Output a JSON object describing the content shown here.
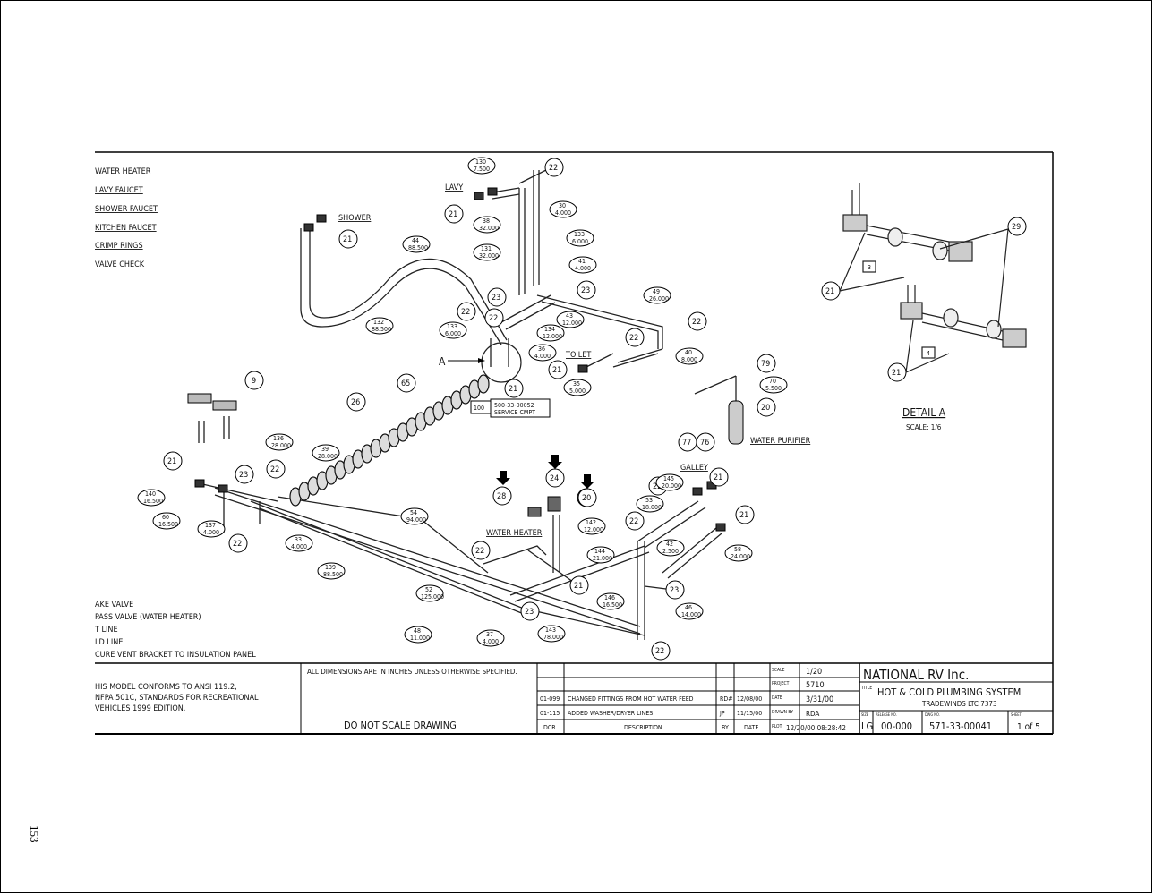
{
  "page_number": "153",
  "legend_top": [
    "WATER HEATER",
    "LAVY FAUCET",
    "SHOWER FAUCET",
    "KITCHEN FAUCET",
    "CRIMP RINGS",
    "VALVE CHECK"
  ],
  "legend_bottom": [
    "AKE VALVE",
    "PASS VALVE (WATER HEATER)",
    "T LINE",
    "LD LINE",
    "CURE VENT BRACKET TO INSULATION PANEL"
  ],
  "conformance_note": [
    "HIS MODEL CONFORMS TO ANSI 119.2,",
    "NFPA 501C, STANDARDS FOR RECREATIONAL",
    "VEHICLES 1999 EDITION."
  ],
  "dimension_note": "ALL DIMENSIONS ARE IN INCHES UNLESS OTHERWISE SPECIFIED.",
  "do_not_scale": "DO NOT SCALE DRAWING",
  "fixture_labels": {
    "lavy": "LAVY",
    "shower": "SHOWER",
    "toilet": "TOILET",
    "water_purifier": "WATER PURIFIER",
    "galley": "GALLEY",
    "water_heater": "WATER HEATER",
    "service_part": "500-33-00052",
    "service_compt": "SERVICE CMPT",
    "detail_a_callout": "A"
  },
  "detail": {
    "title": "DETAIL A",
    "scale": "SCALE: 1/6",
    "box_3": "3",
    "box_4": "4"
  },
  "revisions": [
    {
      "dcr": "01-099",
      "description": "CHANGED FITTINGS FROM HOT WATER FEED",
      "by": "RD#",
      "date": "12/08/00"
    },
    {
      "dcr": "01-115",
      "description": "ADDED WASHER/DRYER LINES",
      "by": "JP",
      "date": "11/15/00"
    }
  ],
  "revision_headers": {
    "dcr": "DCR",
    "description": "DESCRIPTION",
    "by": "BY",
    "date": "DATE"
  },
  "meta": {
    "scale_label": "SCALE",
    "scale": "1/20",
    "project_label": "PROJECT",
    "project": "5710",
    "date_label": "DATE",
    "date": "3/31/00",
    "drawn_label": "DRAWN BY",
    "drawn": "RDA",
    "plot_label": "PLOT",
    "plot": "12/20/00 08:28:42"
  },
  "title_block": {
    "company": "NATIONAL RV Inc.",
    "title_label": "TITLE",
    "title": "HOT & COLD PLUMBING SYSTEM",
    "subtitle": "TRADEWINDS LTC 7373",
    "size_label": "SIZE",
    "size": "LG",
    "release_label": "RELEASE NO.",
    "release": "00-000",
    "dwg_label": "DWG NO.",
    "dwg": "571-33-00041",
    "sheet_label": "SHEET",
    "sheet": "1 of 5"
  },
  "balloons": [
    "22",
    "21",
    "21",
    "22",
    "21",
    "23",
    "22",
    "23",
    "22",
    "21",
    "20",
    "22",
    "22",
    "29",
    "21",
    "21",
    "79",
    "20",
    "9",
    "21",
    "65",
    "26",
    "22",
    "23",
    "21",
    "22",
    "24",
    "20",
    "28",
    "21",
    "22",
    "23",
    "21",
    "22",
    "23",
    "22",
    "77",
    "76"
  ],
  "length_tags": [
    {
      "num": "130",
      "len": "7.500"
    },
    {
      "num": "30",
      "len": "4.000"
    },
    {
      "num": "38",
      "len": "32.000"
    },
    {
      "num": "131",
      "len": "32.000"
    },
    {
      "num": "133",
      "len": "6.000"
    },
    {
      "num": "41",
      "len": "4.000"
    },
    {
      "num": "44",
      "len": "88.500"
    },
    {
      "num": "49",
      "len": "26.000"
    },
    {
      "num": "132",
      "len": "88.500"
    },
    {
      "num": "133",
      "len": "6.000"
    },
    {
      "num": "43",
      "len": "12.000"
    },
    {
      "num": "134",
      "len": "12.000"
    },
    {
      "num": "36",
      "len": "4.000"
    },
    {
      "num": "40",
      "len": "8.000"
    },
    {
      "num": "35",
      "len": "5.000"
    },
    {
      "num": "70",
      "len": "5.500"
    },
    {
      "num": "136",
      "len": "28.000"
    },
    {
      "num": "39",
      "len": "28.000"
    },
    {
      "num": "140",
      "len": "16.500"
    },
    {
      "num": "60",
      "len": "16.500"
    },
    {
      "num": "137",
      "len": "4.000"
    },
    {
      "num": "33",
      "len": "4.000"
    },
    {
      "num": "54",
      "len": "94.000"
    },
    {
      "num": "145",
      "len": "20.000"
    },
    {
      "num": "53",
      "len": "18.000"
    },
    {
      "num": "142",
      "len": "12.000"
    },
    {
      "num": "42",
      "len": "2.500"
    },
    {
      "num": "58",
      "len": "24.000"
    },
    {
      "num": "144",
      "len": "21.000"
    },
    {
      "num": "139",
      "len": "88.500"
    },
    {
      "num": "52",
      "len": "125.000"
    },
    {
      "num": "146",
      "len": "16.500"
    },
    {
      "num": "46",
      "len": "14.000"
    },
    {
      "num": "48",
      "len": "11.000"
    },
    {
      "num": "37",
      "len": "4.000"
    },
    {
      "num": "143",
      "len": "78.000"
    }
  ]
}
